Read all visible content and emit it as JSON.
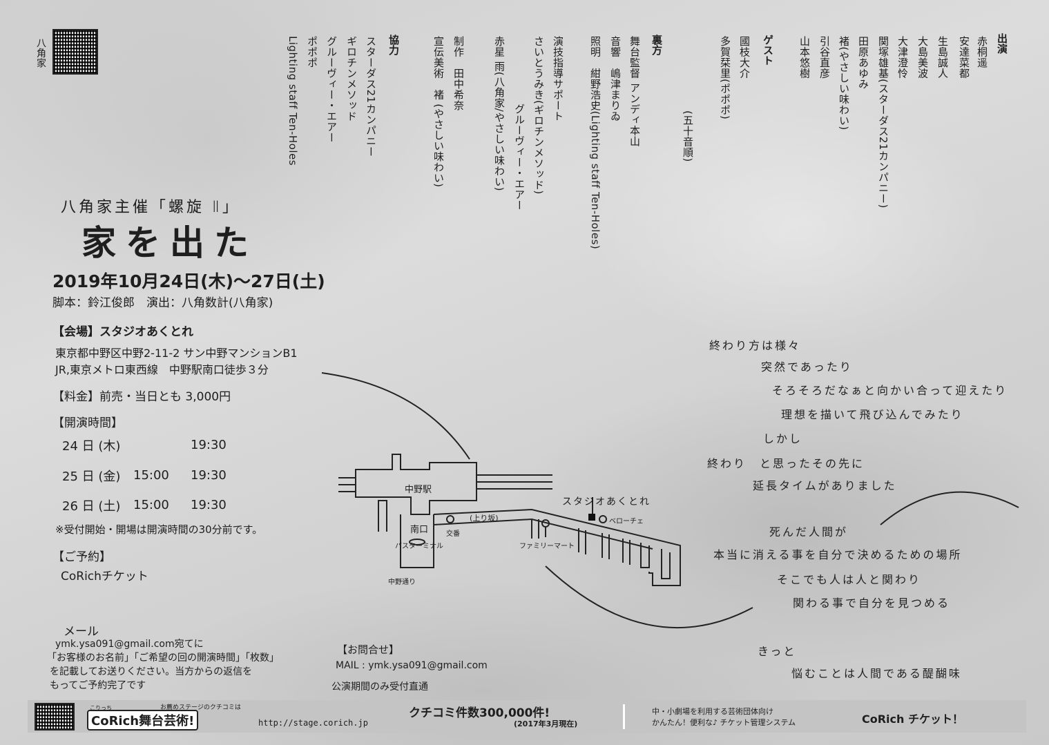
{
  "top_left": {
    "vertical_name": "八角家"
  },
  "credits": {
    "cast_heading": "出演",
    "cast": [
      "赤桐遥",
      "安達菜都",
      "生島誠人",
      "大島美波",
      "大津澄怜",
      "関塚雄基(スターダス21カンパニー)",
      "田原あゆみ",
      "褚(やさしい味わい)",
      "引谷直彦",
      "山本悠樹"
    ],
    "order_note": "(五十音順)",
    "guest_heading": "ゲスト",
    "guests": [
      "國枝大介",
      "多賀栞里(ポポポ)"
    ],
    "staff_heading": "裏方",
    "staff": [
      "舞台監督 アンディ本山",
      "音響　嶋津まりゐ",
      "照明　紺野浩史(Lighting staff Ten-Holes)",
      "演技指導サポート",
      "さいとうみき(ギロチンメソッド)",
      "グルーヴィー・エアー",
      "赤星 雨(八角家/やさしい味わい)",
      "制作　田中希奈",
      "宣伝美術　褚 (やさしい味わい)"
    ],
    "coop_heading": "協力",
    "coop": [
      "スターダス21カンパニー",
      "ギロチンメソッド",
      "グルーヴィー・エアー",
      "ポポポ",
      "Lighting staff Ten-Holes"
    ]
  },
  "event": {
    "presenter": "八角家主催「螺旋 Ⅱ」",
    "title": "家を出た",
    "dates": "2019年10月24日(木)～27日(土)",
    "writers": "脚本：鈴江俊郎　演出：八角数計(八角家)",
    "venue_label": "【会場】スタジオあくとれ",
    "address": "東京都中野区中野2-11-2 サン中野マンションB1",
    "access": "JR,東京メトロ東西線　中野駅南口徒歩３分",
    "price": "【料金】前売・当日とも 3,000円",
    "showtime_heading": "【開演時間】",
    "showtimes": [
      {
        "day": "24 日 (木)",
        "matinee": "",
        "evening": "19:30"
      },
      {
        "day": "25 日 (金)",
        "matinee": "15:00",
        "evening": "19:30"
      },
      {
        "day": "26 日 (土)",
        "matinee": "15:00",
        "evening": "19:30"
      }
    ],
    "reception_note": "※受付開始・開場は開演時間の30分前です。",
    "reservation_heading": "【ご予約】",
    "reservation_method": "CoRichチケット",
    "mail_heading": "メール",
    "mail_lines": [
      "ymk.ysa091@gmail.com宛てに",
      "「お客様のお名前」「ご希望の回の開演時間」「枚数」",
      "を記載してお送りください。当方からの返信を",
      "もってご予約完了です"
    ],
    "contact_heading": "【お問合せ】",
    "contact_mail": "MAIL : ymk.ysa091@gmail.com",
    "contact_note": "公演期間のみ受付直通"
  },
  "map": {
    "station": "中野駅",
    "south_exit": "南口",
    "bus_terminal": "バスターミナル",
    "police_box": "交番",
    "slope": "(上り坂)",
    "studio": "スタジオあくとれ",
    "belochet": "ベローチェ",
    "family_mart": "ファミリーマート",
    "nakano_street": "中野通り"
  },
  "poem": [
    "終わり方は様々",
    "突然であったり",
    "そろそろだなぁと向かい合って迎えたり",
    "理想を描いて飛び込んでみたり",
    "しかし",
    "終わり　と思ったその先に",
    "延長タイムがありました",
    "死んだ人間が",
    "本当に消える事を自分で決めるための場所",
    "そこでも人は人と関わり",
    "関わる事で自分を見つめる",
    "きっと",
    "悩むことは人間である醍醐味"
  ],
  "footer": {
    "tagline": "お薦めステージのクチコミは",
    "ruby": "こりっち",
    "brand": "CoRich舞台芸術!",
    "url": "http://stage.corich.jp",
    "count": "クチコミ件数300,000件!",
    "count_note": "(2017年3月現在)",
    "ticket_line1": "中・小劇場を利用する芸術団体向け",
    "ticket_line2": "かんたん！便利な♪ チケット管理システム",
    "ticket_brand": "CoRich チケット！"
  },
  "colors": {
    "ink": "#1e1e1e",
    "paper": "#d8d8d8",
    "footer_bar": "#c4c4c4"
  }
}
